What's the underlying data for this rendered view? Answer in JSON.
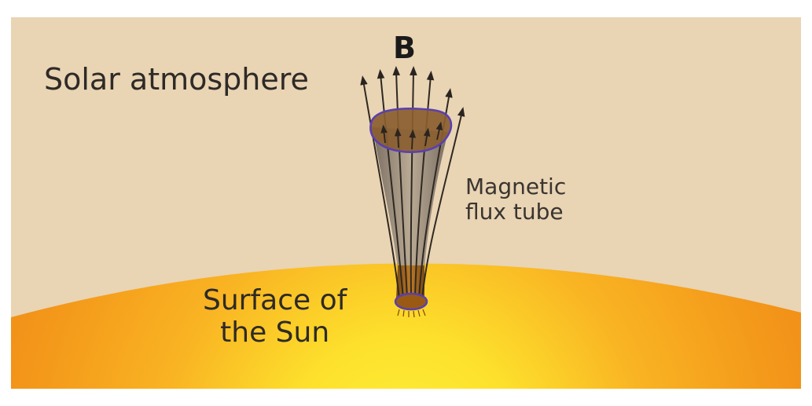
{
  "labels": {
    "atmosphere": "Solar atmosphere",
    "field_symbol": "B",
    "flux_tube_line1": "Magnetic",
    "flux_tube_line2": "flux tube",
    "surface_line1": "Surface of",
    "surface_line2": "the Sun"
  },
  "colors": {
    "atmosphere": "#E9D4B4",
    "sun_outer": "#F08C16",
    "sun_mid": "#F7A81E",
    "sun_inner": "#FDE62E",
    "tube_fill": "#8A5E30",
    "tube_outline": "#5A3FB0",
    "field_line": "#3b342e",
    "tube_body": "#9C8A76"
  },
  "icons": {
    "field_arrow": "arrow-up-icon"
  }
}
